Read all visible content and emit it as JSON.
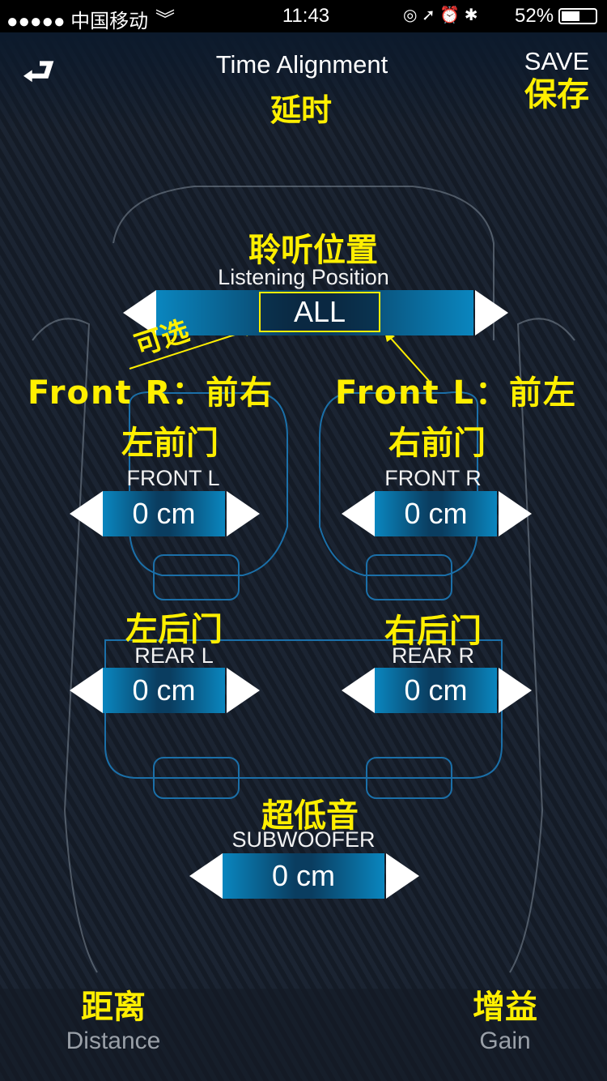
{
  "status_bar": {
    "carrier": "●●●●● 中国移动",
    "time": "11:43",
    "battery": "52%"
  },
  "header": {
    "title": "Time Alignment",
    "title_cn": "延时",
    "save": "SAVE",
    "save_cn": "保存"
  },
  "listening": {
    "label_cn": "聆听位置",
    "label": "Listening Position",
    "value": "ALL",
    "note_optional": "可选",
    "note_front_r": "Front R：前右",
    "note_front_l": "Front L：前左"
  },
  "channels": [
    {
      "label_cn": "左前门",
      "label": "FRONT L",
      "value": "0 cm"
    },
    {
      "label_cn": "右前门",
      "label": "FRONT R",
      "value": "0 cm"
    },
    {
      "label_cn": "左后门",
      "label": "REAR L",
      "value": "0 cm"
    },
    {
      "label_cn": "右后门",
      "label": "REAR R",
      "value": "0 cm"
    },
    {
      "label_cn": "超低音",
      "label": "SUBWOOFER",
      "value": "0 cm"
    }
  ],
  "tabs": [
    {
      "label_cn": "距离",
      "label": "Distance"
    },
    {
      "label_cn": "增益",
      "label": "Gain"
    }
  ]
}
